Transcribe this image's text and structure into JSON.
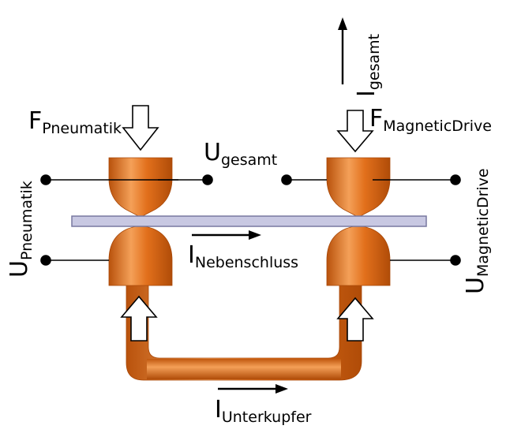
{
  "labels": {
    "f_pneumatik": {
      "main": "F",
      "sub": "Pneumatik"
    },
    "f_magnetic": {
      "main": "F",
      "sub": "MagneticDrive"
    },
    "i_gesamt": {
      "main": "I",
      "sub": "gesamt"
    },
    "u_gesamt": {
      "main": "U",
      "sub": "gesamt"
    },
    "u_pneumatik": {
      "main": "U",
      "sub": "Pneumatik"
    },
    "u_magnetic": {
      "main": "U",
      "sub": "MagneticDrive"
    },
    "i_nebenschluss": {
      "main": "I",
      "sub": "Nebenschluss"
    },
    "i_unterkupfer": {
      "main": "I",
      "sub": "Unterkupfer"
    }
  },
  "colors": {
    "copper": "#e2701c",
    "copper_dark": "#b9520c",
    "copper_light": "#f49a52",
    "sheet_fill": "#c8c8e2",
    "sheet_stroke": "#7878a0",
    "line": "#000000"
  }
}
